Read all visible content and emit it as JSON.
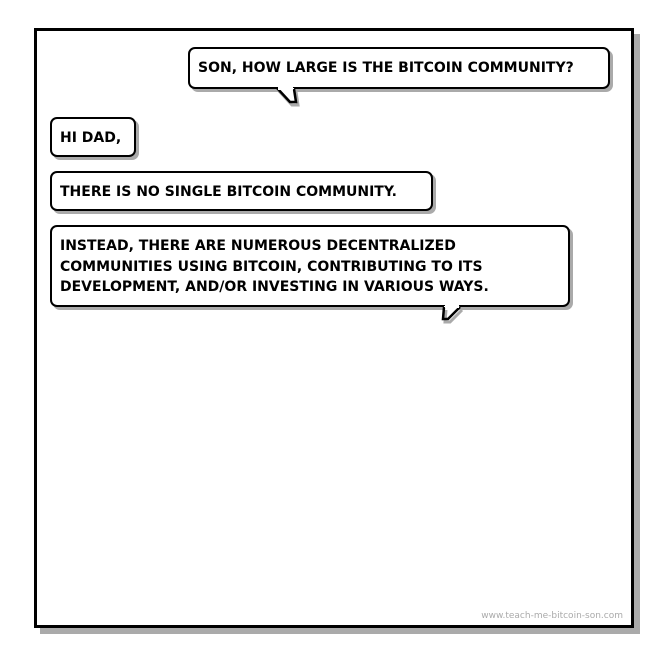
{
  "bubbles": [
    {
      "speaker": "son",
      "text": "SON, HOW LARGE IS THE BITCOIN COMMUNITY?"
    },
    {
      "speaker": "dad",
      "text": "HI DAD,"
    },
    {
      "speaker": "dad",
      "text": "THERE IS NO SINGLE BITCOIN COMMUNITY."
    },
    {
      "speaker": "dad",
      "text": "INSTEAD, THERE ARE NUMEROUS DECENTRALIZED COMMUNITIES USING BITCOIN, CONTRIBUTING TO ITS DEVELOPMENT, AND/OR INVESTING IN VARIOUS WAYS."
    }
  ],
  "credit": "www.teach-me-bitcoin-son.com"
}
